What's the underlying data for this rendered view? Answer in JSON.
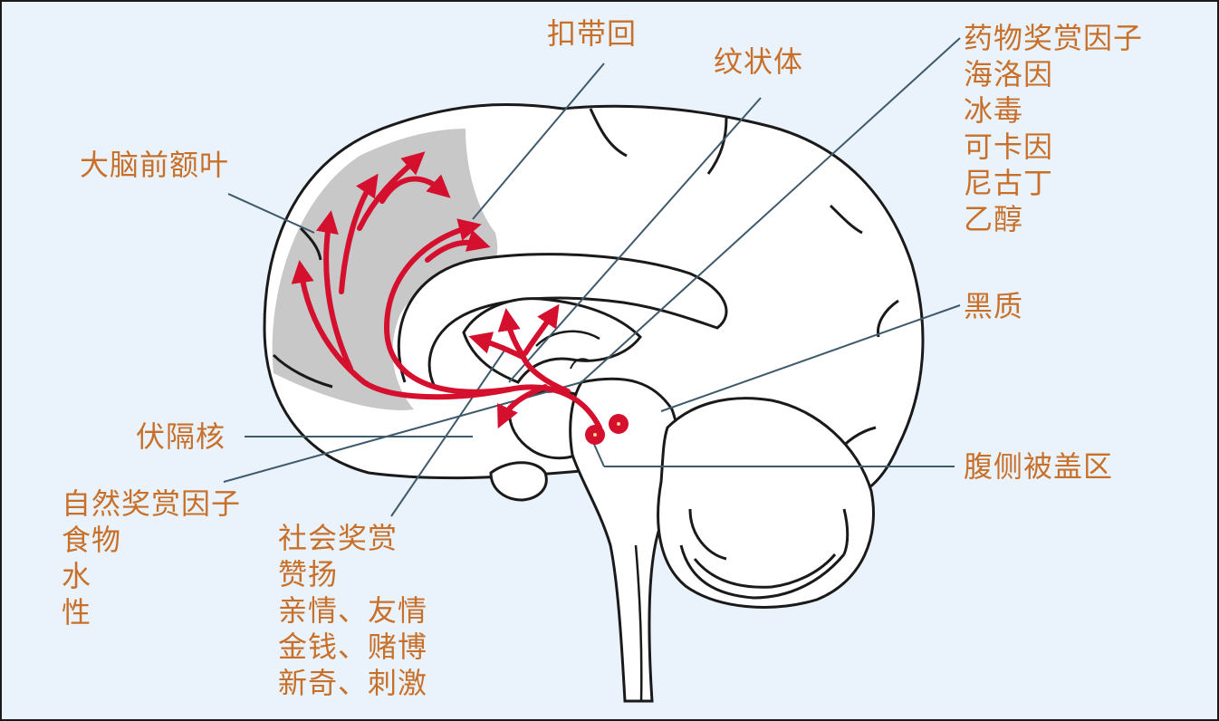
{
  "labels": {
    "prefrontal": "大脑前额叶",
    "cingulate": "扣带回",
    "striatum": "纹状体",
    "nucleus_accumbens": "伏隔核",
    "substantia_nigra": "黑质",
    "vta": "腹侧被盖区"
  },
  "drug_rewards": {
    "heading": "药物奖赏因子",
    "items": [
      "海洛因",
      "冰毒",
      "可卡因",
      "尼古丁",
      "乙醇"
    ]
  },
  "natural_rewards": {
    "heading": "自然奖赏因子",
    "items": [
      "食物",
      "水",
      "性"
    ]
  },
  "social_rewards": {
    "heading": "社会奖赏",
    "items": [
      "赞扬",
      "亲情、友情",
      "金钱、赌博",
      "新奇、刺激"
    ]
  },
  "colors": {
    "background": "#eaf3fc",
    "label_text": "#c8702a",
    "pathway": "#d4102e",
    "highlight_region": "#c8c8c8",
    "leader_line": "#3f5a6b",
    "outline": "#1a1a1a"
  }
}
